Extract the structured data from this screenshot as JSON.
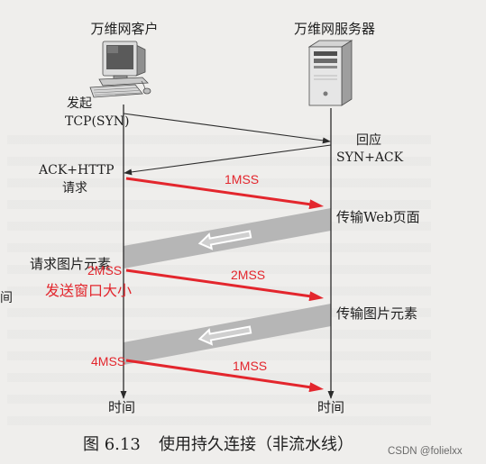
{
  "client": {
    "title": "万维网客户",
    "icon": "desktop-computer-icon",
    "time_label": "时间"
  },
  "server": {
    "title": "万维网服务器",
    "icon": "server-tower-icon",
    "time_label": "时间"
  },
  "messages": {
    "syn": {
      "label_line1": "发起",
      "label_line2": "TCP(SYN)"
    },
    "syn_ack": {
      "label_line1": "回应",
      "label_line2": "SYN+ACK"
    },
    "http_request": {
      "label_line1": "ACK+HTTP",
      "label_line2": "请求",
      "segment_annotation": "1MSS"
    },
    "web_page_transfer": {
      "label": "传输Web页面",
      "direction_icon": "left-arrow-icon"
    },
    "image_request": {
      "label": "请求图片元素",
      "window_value": "2MSS",
      "window_label": "发送窗口大小",
      "segment_annotation": "2MSS"
    },
    "image_transfer": {
      "label": "传输图片元素",
      "direction_icon": "left-arrow-icon"
    },
    "next_send": {
      "window_value": "4MSS",
      "segment_annotation": "1MSS"
    }
  },
  "caption": {
    "number": "图 6.13",
    "title": "使用持久连接（非流水线）"
  },
  "watermark": "CSDN @folielxx",
  "page_margin_fragment": "间",
  "colors": {
    "background": "#efeeec",
    "ink": "#1f1f1f",
    "line": "#2b2b2b",
    "annotation_red": "#e3262d",
    "transfer_band": "#b6b6b6",
    "watermark": "#6b6b6b"
  }
}
